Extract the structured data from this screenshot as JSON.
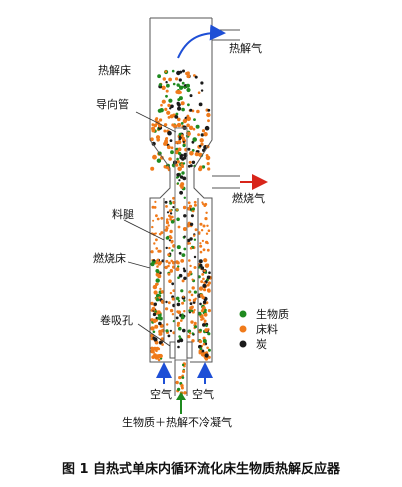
{
  "labels": {
    "pyrolysis_gas": "热解气",
    "pyrolysis_bed": "热解床",
    "guide_tube": "导向管",
    "flue_gas": "燃烧气",
    "standpipe": "料腿",
    "combustion_bed": "燃烧床",
    "suction_hole": "卷吸孔",
    "air_left": "空气",
    "air_right": "空气",
    "bottom_feed": "生物质＋热解不冷凝气"
  },
  "legend": [
    {
      "label": "生物质",
      "color": "#1f8a1f"
    },
    {
      "label": "床料",
      "color": "#f07a1a"
    },
    {
      "label": "炭",
      "color": "#1a1a1a"
    }
  ],
  "colors": {
    "outline": "#555555",
    "arrow_blue": "#1e4fd6",
    "arrow_red": "#d8251a",
    "biomass": "#1f8a1f",
    "bed": "#f07a1a",
    "char": "#1a1a1a"
  },
  "caption": "图 1  自热式单床内循环流化床生物质热解反应器"
}
